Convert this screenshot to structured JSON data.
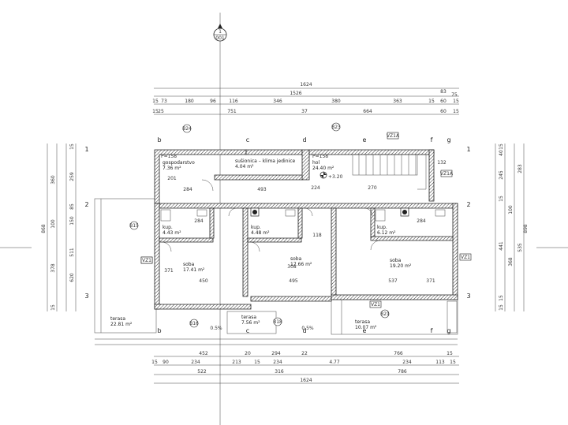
{
  "section_marker": {
    "number": "1",
    "sheet": "001"
  },
  "top_dimensions": {
    "overall": "1624",
    "row2_total": "1526",
    "row2_right": "83",
    "row2_far_right": "75",
    "row3": [
      "15",
      "73",
      "180",
      "96",
      "116",
      "346",
      "380",
      "363",
      "15",
      "60",
      "15"
    ],
    "row4": [
      "751",
      "37",
      "664",
      "60",
      "15"
    ],
    "row4_left": [
      "15",
      "25"
    ]
  },
  "bottom_dimensions": {
    "row1": [
      "452",
      "20",
      "294",
      "22",
      "766",
      "15"
    ],
    "row2": [
      "15",
      "90",
      "234",
      "213",
      "15",
      "234",
      "4.77",
      "234",
      "113",
      "15"
    ],
    "row3": [
      "522",
      "316",
      "786"
    ],
    "overall": "1624"
  },
  "left_dimensions": {
    "overall": "868",
    "parts": [
      "360",
      "100",
      "378",
      "15"
    ],
    "inner": [
      "15",
      "259",
      "85",
      "150",
      "511",
      "620"
    ]
  },
  "right_dimensions": {
    "overall": "898",
    "parts": [
      "15",
      "40",
      "245",
      "283",
      "15",
      "100",
      "441",
      "535",
      "368",
      "15",
      "15"
    ]
  },
  "grid_columns": [
    "b",
    "c",
    "d",
    "e",
    "f",
    "g"
  ],
  "grid_rows": [
    "1",
    "2",
    "3"
  ],
  "rooms": [
    {
      "name": "gospodarstvo",
      "area": "7.36 m²",
      "elev": "P=158"
    },
    {
      "name": "sušionica – klima jedinice",
      "area": "4.04 m²"
    },
    {
      "name": "hol",
      "area": "24.40 m²",
      "elev": "+3.20",
      "code": "P=158"
    },
    {
      "name": "kup.",
      "area": "4.43 m²"
    },
    {
      "name": "kup.",
      "area": "4.48 m²"
    },
    {
      "name": "kup.",
      "area": "6.12 m²"
    },
    {
      "name": "soba",
      "area": "17.41 m²"
    },
    {
      "name": "soba",
      "area": "17.66 m²"
    },
    {
      "name": "soba",
      "area": "19.20 m²"
    },
    {
      "name": "terasa",
      "area": "22.81 m²"
    },
    {
      "name": "terasa",
      "area": "7.56 m²"
    },
    {
      "name": "terasa",
      "area": "10.07 m²"
    }
  ],
  "inner_dims": [
    "284",
    "493",
    "224",
    "270",
    "284",
    "284",
    "450",
    "495",
    "537",
    "371",
    "308",
    "371",
    "201",
    "132",
    "118"
  ],
  "tags": [
    "VZ1",
    "VZ1A",
    "VZ1A",
    "VZ1",
    "VZ1",
    "VZ1"
  ],
  "door_tags": [
    "B24",
    "B23",
    "B16",
    "B18",
    "B21",
    "B15"
  ],
  "slope_labels": [
    "0.5%",
    "0.5%"
  ]
}
